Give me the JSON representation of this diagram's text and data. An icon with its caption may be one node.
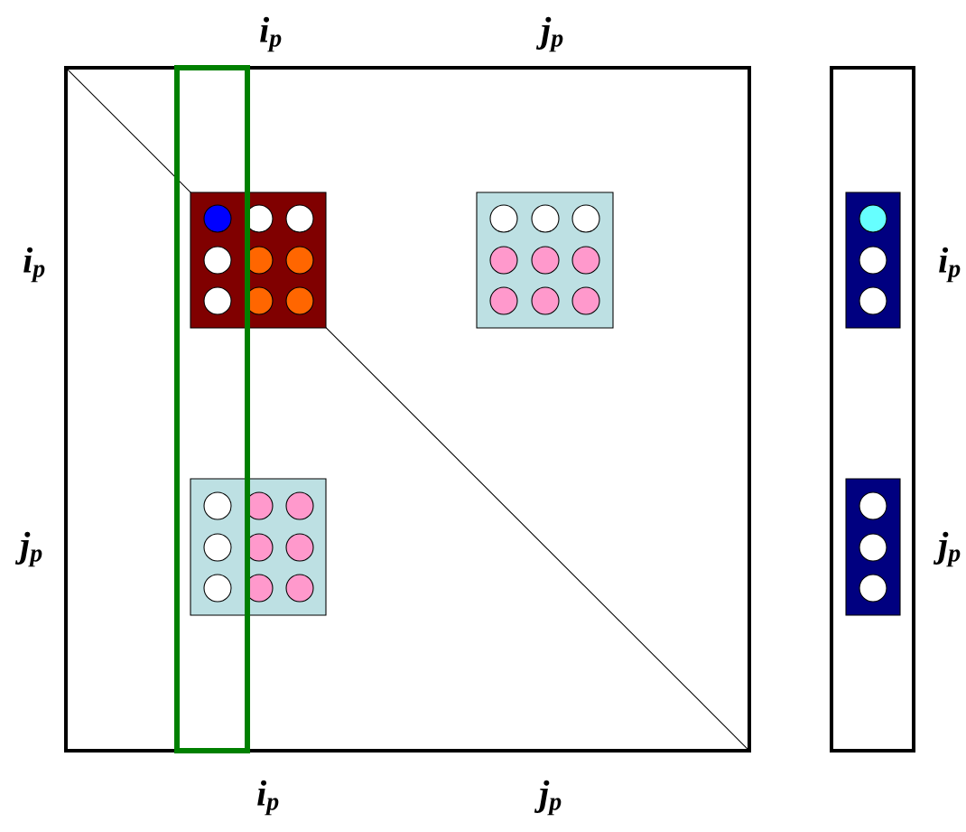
{
  "diagram": {
    "labels": [
      "i$_{p}$",
      "j$_{p}$",
      "i$_{p}$",
      "i$_{p}$",
      "j$_{p}$",
      "j$_{p}$",
      "i$_{p}$",
      "j$_{p}$"
    ]
  }
}
